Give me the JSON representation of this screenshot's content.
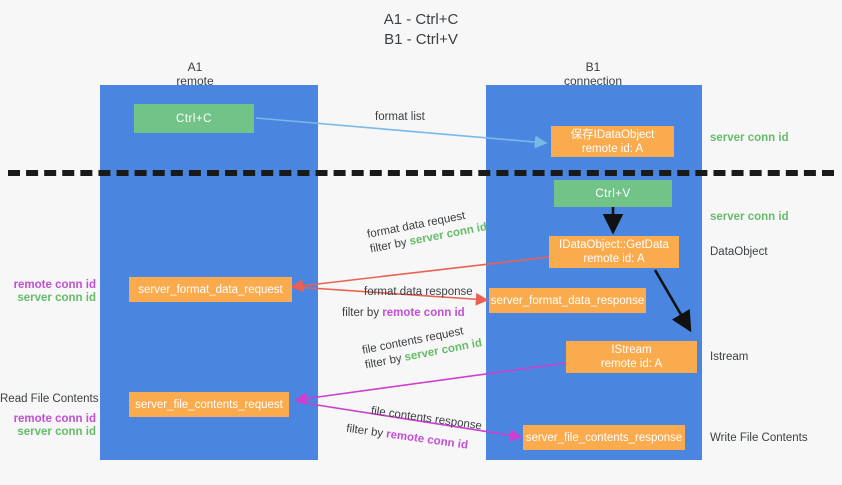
{
  "title": {
    "line1": "A1 - Ctrl+C",
    "line2": "B1 - Ctrl+V"
  },
  "columns": [
    {
      "name": "A1",
      "role": "remote"
    },
    {
      "name": "B1",
      "role": "connection"
    }
  ],
  "nodes": {
    "ctrl_c": {
      "label": "Ctrl+C",
      "color": "#72c387"
    },
    "ctrl_v": {
      "label": "Ctrl+V",
      "color": "#72c387"
    },
    "save_idataobject": {
      "line1": "保存IDataObject",
      "line2": "remote id: A",
      "color": "#f9ab4e"
    },
    "getdata": {
      "line1": "IDataObject::GetData",
      "line2": "remote id: A",
      "color": "#f9ab4e"
    },
    "istream": {
      "line1": "IStream",
      "line2": "remote id: A",
      "color": "#f9ab4e"
    },
    "server_format_data_request": {
      "label": "server_format_data_request",
      "color": "#f9ab4e"
    },
    "server_format_data_response": {
      "label": "server_format_data_response",
      "color": "#f9ab4e"
    },
    "server_file_contents_request": {
      "label": "server_file_contents_request",
      "color": "#f9ab4e"
    },
    "server_file_contents_response": {
      "label": "server_file_contents_response",
      "color": "#f9ab4e"
    }
  },
  "edges": {
    "format_list": {
      "label": "format list",
      "color": "#7ab8e8"
    },
    "format_data_request": {
      "line1": "format data request",
      "filter_prefix": "filter by ",
      "filter_value": "server conn id",
      "color": "#ea6153"
    },
    "format_data_response": {
      "line1": "format data response",
      "filter_prefix": "filter by ",
      "filter_value": "remote conn id",
      "color": "#ea6153"
    },
    "file_contents_request": {
      "line1": "file contents request",
      "filter_prefix": "filter by ",
      "filter_value": "server conn id",
      "color": "#cc3fd0"
    },
    "file_contents_response": {
      "line1": "file contents response",
      "filter_prefix": "filter by ",
      "filter_value": "remote conn id",
      "color": "#cc3fd0"
    }
  },
  "annotations": {
    "right_server_conn_top": "server conn id",
    "right_server_conn_mid": "server conn id",
    "right_dataobject": "DataObject",
    "right_istream": "Istream",
    "right_write_file_contents": "Write File Contents",
    "left_remote_conn_1": "remote conn id",
    "left_server_conn_1": "server conn id",
    "left_read_file_contents": "Read File Contents",
    "left_remote_conn_2": "remote conn id",
    "left_server_conn_2": "server conn id"
  },
  "colors": {
    "lane": "#4a86e0",
    "green_text": "#66bb6a",
    "magenta_text": "#c24fd4",
    "background": "#f7f7f7",
    "divider": "#1a1a1a"
  }
}
